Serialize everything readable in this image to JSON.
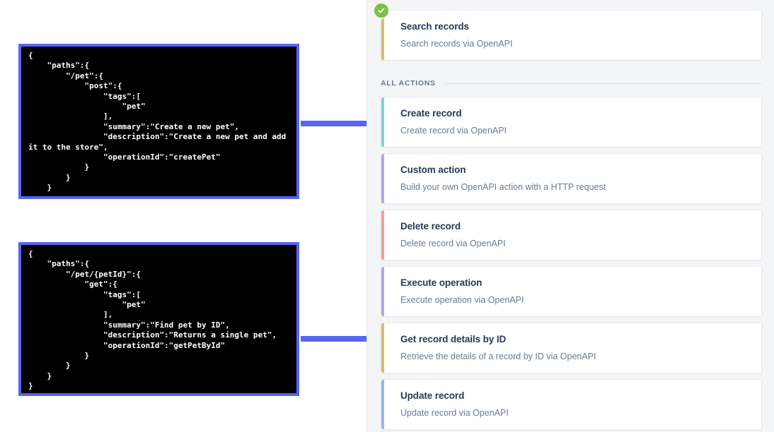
{
  "code_samples": [
    {
      "name": "create-pet-openapi-spec",
      "text": "{\n    \"paths\":{\n        \"/pet\":{\n            \"post\":{\n                \"tags\":[\n                    \"pet\"\n                ],\n                \"summary\":\"Create a new pet\",\n                \"description\":\"Create a new pet and add it to the store\",\n                \"operationId\":\"createPet\"\n            }\n        }\n    }"
    },
    {
      "name": "get-pet-by-id-openapi-spec",
      "text": "{\n    \"paths\":{\n        \"/pet/{petId}\":{\n            \"get\":{\n                \"tags\":[\n                    \"pet\"\n                ],\n                \"summary\":\"Find pet by ID\",\n                \"description\":\"Returns a single pet\",\n                \"operationId\":\"getPetById\"\n            }\n        }\n    }\n}"
    }
  ],
  "arrows": {
    "color": "#5865f2",
    "count": 2
  },
  "panel": {
    "background": "#f4f5f7",
    "featured": {
      "title": "Search records",
      "description": "Search records via OpenAPI",
      "accent_color": "#d6bd6a",
      "badge": "check-icon",
      "badge_color": "#7bc043"
    },
    "section_header": {
      "label": "ALL ACTIONS"
    },
    "actions": [
      {
        "title": "Create record",
        "description": "Create record via OpenAPI",
        "accent_color": "#7dd4d0"
      },
      {
        "title": "Custom action",
        "description": "Build your own OpenAPI action with a HTTP request",
        "accent_color": "#b3a4e8"
      },
      {
        "title": "Delete record",
        "description": "Delete record via OpenAPI",
        "accent_color": "#f4a08c"
      },
      {
        "title": "Execute operation",
        "description": "Execute operation via OpenAPI",
        "accent_color": "#b3a4e8"
      },
      {
        "title": "Get record details by ID",
        "description": "Retrieve the details of a record by ID via OpenAPI",
        "accent_color": "#d6bd6a"
      },
      {
        "title": "Update record",
        "description": "Update record via OpenAPI",
        "accent_color": "#8fb9e8"
      }
    ]
  }
}
